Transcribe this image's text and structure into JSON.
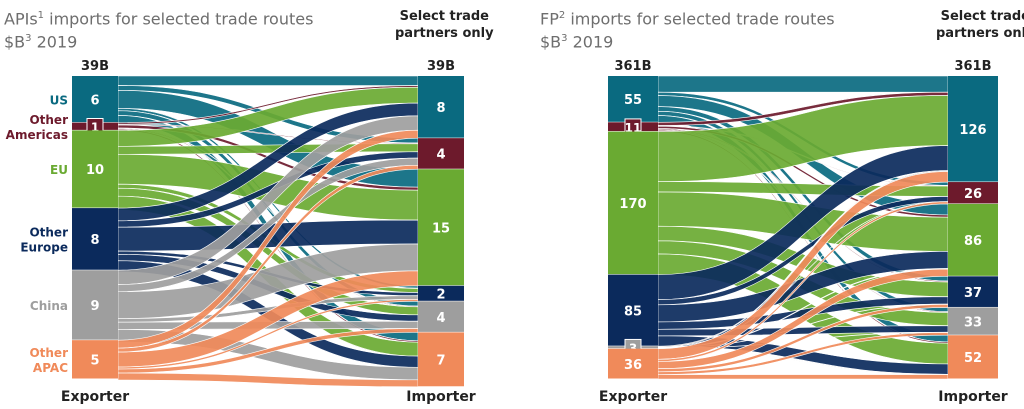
{
  "colors": {
    "us": "#0a6a80",
    "other_americas": "#6d1a2c",
    "eu": "#6aaa32",
    "other_europe": "#0b2a5c",
    "china": "#9e9e9e",
    "other_apac": "#f08a5a",
    "title": "#6e6e6e"
  },
  "chart_data": [
    {
      "type": "sankey",
      "title_prefix": "APIs",
      "title_note": "1",
      "title_suffix": " imports for selected trade routes",
      "subtitle_prefix": "$B",
      "subtitle_note": "3",
      "subtitle_suffix": " 2019",
      "select_note": [
        "Select trade",
        "partners only"
      ],
      "left_total": "39B",
      "right_total": "39B",
      "xlabel_left": "Exporter",
      "xlabel_right": "Importer",
      "exporters": [
        {
          "key": "us",
          "label": [
            "US"
          ],
          "value": 6
        },
        {
          "key": "other_americas",
          "label": [
            "Other",
            "Americas"
          ],
          "value": 1
        },
        {
          "key": "eu",
          "label": [
            "EU"
          ],
          "value": 10
        },
        {
          "key": "other_europe",
          "label": [
            "Other",
            "Europe"
          ],
          "value": 8
        },
        {
          "key": "china",
          "label": [
            "China"
          ],
          "value": 9
        },
        {
          "key": "other_apac",
          "label": [
            "Other",
            "APAC"
          ],
          "value": 5
        }
      ],
      "importers": [
        {
          "key": "us",
          "value": 8
        },
        {
          "key": "other_americas",
          "value": 4
        },
        {
          "key": "eu",
          "value": 15
        },
        {
          "key": "other_europe",
          "value": 2
        },
        {
          "key": "china",
          "value": 4
        },
        {
          "key": "other_apac",
          "value": 7
        }
      ]
    },
    {
      "type": "sankey",
      "title_prefix": "FP",
      "title_note": "2",
      "title_suffix": " imports for selected trade routes",
      "subtitle_prefix": "$B",
      "subtitle_note": "3",
      "subtitle_suffix": " 2019",
      "select_note": [
        "Select trade",
        "partners only"
      ],
      "left_total": "361B",
      "right_total": "361B",
      "xlabel_left": "Exporter",
      "xlabel_right": "Importer",
      "exporters": [
        {
          "key": "us",
          "label": [],
          "value": 55
        },
        {
          "key": "other_americas",
          "label": [],
          "value": 11
        },
        {
          "key": "eu",
          "label": [],
          "value": 170
        },
        {
          "key": "other_europe",
          "label": [],
          "value": 85
        },
        {
          "key": "china",
          "label": [],
          "value": 3
        },
        {
          "key": "other_apac",
          "label": [],
          "value": 36
        }
      ],
      "importers": [
        {
          "key": "us",
          "value": 126
        },
        {
          "key": "other_americas",
          "value": 26
        },
        {
          "key": "eu",
          "value": 86
        },
        {
          "key": "other_europe",
          "value": 37
        },
        {
          "key": "china",
          "value": 33
        },
        {
          "key": "other_apac",
          "value": 52
        }
      ]
    }
  ]
}
